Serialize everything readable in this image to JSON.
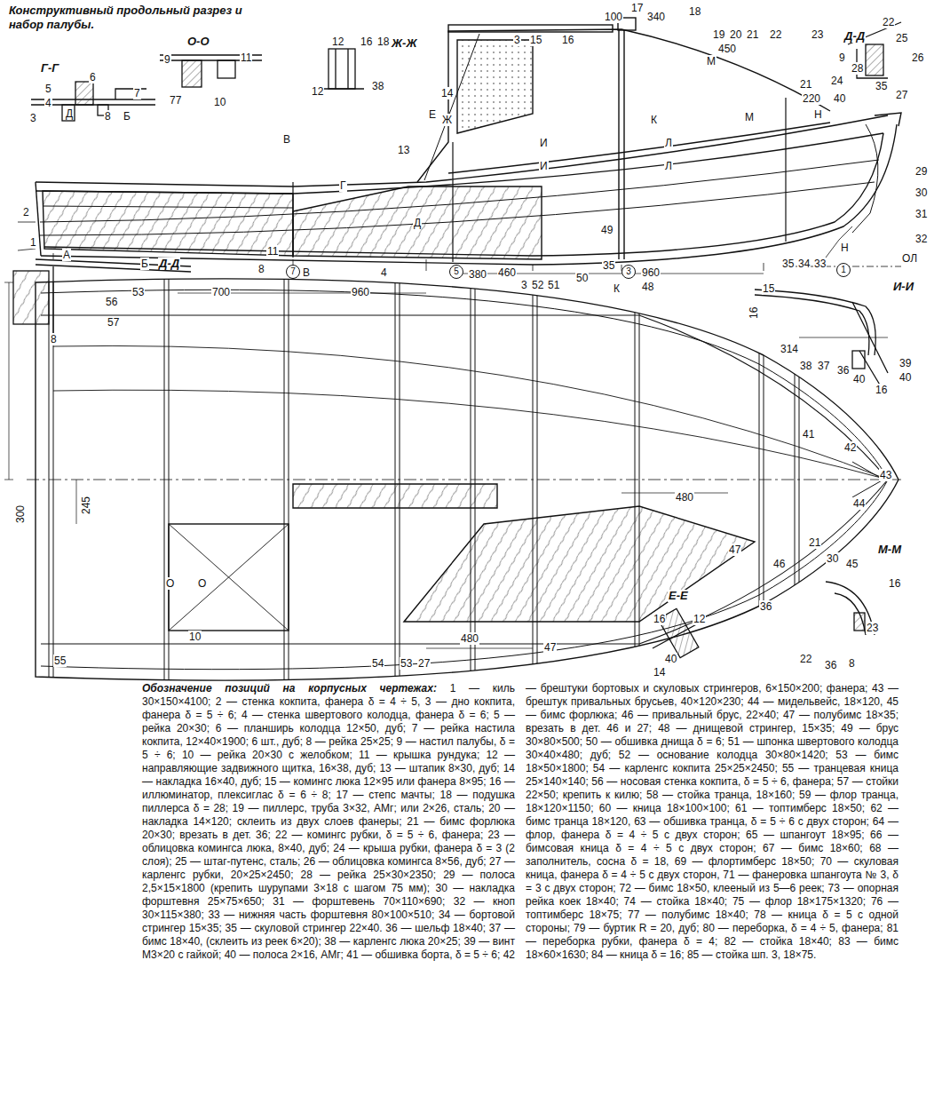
{
  "diagram": {
    "title": "Конструктивный продольный разрез и набор палубы.",
    "caption": "1 — киль 30×150×4100; 2 — стенка кокпита, фанера δ = 4 ÷ 5, 3 — дно кокпита, фанера δ = 5 ÷ 6; 4 — стенка швертового колодца, фанера δ = 6; 5 — рейка 20×30; 6 — планширь колодца 12×50, дуб; 7 — рейка настила кокпита, 12×40×1900; 6 шт., дуб; 8 — рейка 25×25; 9 — настил палубы, δ = 5 ÷ 6; 10 — рейка 20×30 с желобком; 11 — крышка рундука; 12 — направляющие задвижного щитка, 16×38, дуб; 13 — штапик 8×30, дуб; 14 — накладка 16×40, дуб; 15 — комингс люка 12×95 или фанера 8×95; 16 — иллюминатор, плексиглас δ = 6 ÷ 8; 17 — степс мачты; 18 — подушка пиллерса δ = 28; 19 — пиллерс, труба 3×32, АМг; или 2×26, сталь; 20 — накладка 14×120; склеить из двух слоев фанеры; 21 — бимс форлюка 20×30; врезать в дет. 36; 22 — комингс рубки, δ = 5 ÷ 6, фанера; 23 — облицовка комингса люка, 8×40, дуб; 24 — крыша рубки, фанера δ = 3 (2 слоя); 25 — штаг-путенс, сталь; 26 — облицовка комингса 8×56, дуб; 27 — карленгс рубки, 20×25×2450; 28 — рейка 25×30×2350; 29 — полоса 2,5×15×1800 (крепить шурупами 3×18 с шагом 75 мм); 30 — накладка форштевня 25×75×650; 31 — форштевень 70×110×690; 32 — кноп 30×115×380; 33 — нижняя часть форштевня 80×100×510; 34 — бортовой стрингер 15×35; 35 — скуловой стрингер 22×40. 36 — шельф 18×40; 37 — бимс 18×40, (склеить из реек 6×20); 38 — карленгс люка 20×25; 39 — винт М3×20 с гайкой; 40 — полоса 2×16, АМг; 41 — обшивка борта, δ = 5 ÷ 6; 42 — брештуки бортовых и скуловых стрингеров, 6×150×200; фанера; 43 — брештук привальных брусьев, 40×120×230; 44 — мидельвейс, 18×120, 45 — бимс форлюка; 46 — привальный брус, 22×40; 47 — полубимс 18×35; врезать в дет. 46 и 27; 48 — днищевой стрингер, 15×35; 49 — брус 30×80×500; 50 — обшивка днища δ = 6; 51 — шпонка швертового колодца 30×40×480; дуб; 52 — основание колодца 30×80×1420; 53 — бимс 18×50×1800; 54 — карленгс кокпита 25×25×2450; 55 — транцевая кница 25×140×140; 56 — носовая стенка кокпита, δ = 5 ÷ 6, фанера; 57 — стойки 22×50; крепить к килю; 58 — стойка транца, 18×160; 59 — флор транца, 18×120×1150; 60 — кница 18×100×100; 61 — топтимберс 18×50; 62 — бимс транца 18×120, 63 — обшивка транца, δ = 5 ÷ 6 с двух сторон; 64 — флор, фанера δ = 4 ÷ 5 с двух сторон; 65 — шпангоут 18×95; 66 — бимсовая кница δ = 4 ÷ 5 с двух сторон; 67 — бимс 18×60; 68 — заполнитель, сосна δ = 18, 69 — флортимберс 18×50; 70 — скуловая кница, фанера δ = 4 ÷ 5 с двух сторон, 71 — фанеровка шпангоута № 3, δ = 3 с двух сторон; 72 — бимс 18×50, клееный из 5—6 реек; 73 — опорная рейка коек 18×40; 74 — стойка 18×40; 75 — флор 18×175×1320; 76 — топтимберс 18×75; 77 — полубимс 18×40; 78 — кница δ = 5 с одной стороны; 79 — буртик R = 20, дуб; 80 — переборка, δ = 4 ÷ 5, фанера; 81 — переборка рубки, фанера δ = 4; 82 — стойка 18×40; 83 — бимс 18×60×1630; 84 — кница δ = 16; 85 — стойка шп. 3, 18×75.",
    "labels": [
      "Обозначение позиций на корпусных чертежах:",
      "Г-Г",
      "5",
      "6",
      "4",
      "7",
      "3",
      "8",
      "Б",
      "Д",
      "О-О",
      "9",
      "11",
      "77",
      "10",
      "12",
      "16",
      "18",
      "12",
      "38",
      "Ж-Ж",
      "3",
      "15",
      "16",
      "100",
      "17",
      "340",
      "18",
      "19",
      "20",
      "21",
      "22",
      "23",
      "450",
      "М",
      "М",
      "21",
      "24",
      "220",
      "40",
      "Н",
      "Д-Д",
      "22",
      "9",
      "28",
      "25",
      "26",
      "35",
      "27",
      "14",
      "Е",
      "Ж",
      "13",
      "В",
      "Г",
      "Д",
      "И",
      "И",
      "Л",
      "Л",
      "К",
      "29",
      "30",
      "31",
      "32",
      "Н",
      "ОЛ",
      "35",
      "34",
      "33",
      "1",
      "2",
      "А",
      "11",
      "8",
      "В",
      "4",
      "49",
      "3",
      "52",
      "51",
      "50",
      "700",
      "960",
      "380",
      "460",
      "960",
      "К",
      "35",
      "48",
      "Б",
      "Д-Д",
      "56",
      "57",
      "53",
      "8",
      "16",
      "15",
      "И-И",
      "314",
      "38",
      "37",
      "36",
      "39",
      "40",
      "16",
      "40",
      "300",
      "245",
      "О",
      "О",
      "10",
      "55",
      "54",
      "53",
      "27",
      "480",
      "47",
      "36",
      "480",
      "41",
      "42",
      "43",
      "44",
      "21",
      "46",
      "47",
      "М-М",
      "30",
      "45",
      "16",
      "23",
      "Е-Е",
      "16",
      "12",
      "40",
      "14",
      "22",
      "36",
      "8",
      "7",
      "5",
      "3",
      "1"
    ]
  }
}
